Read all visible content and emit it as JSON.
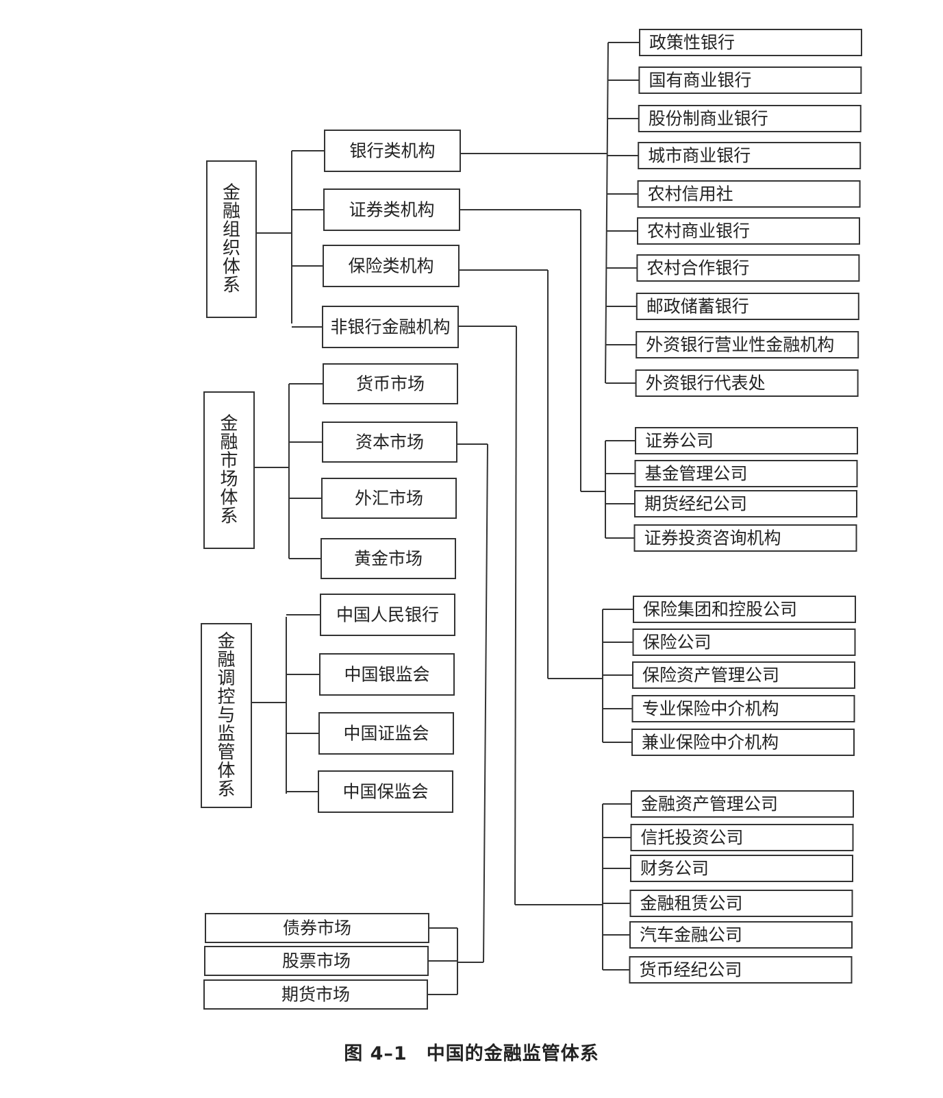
{
  "systems": {
    "organization": "金融组织体系",
    "market": "金融市场体系",
    "regulation": "金融调控与监管体系"
  },
  "organization_items": [
    "银行类机构",
    "证券类机构",
    "保险类机构",
    "非银行金融机构"
  ],
  "market_items": [
    "货币市场",
    "资本市场",
    "外汇市场",
    "黄金市场"
  ],
  "regulation_items": [
    "中国人民银行",
    "中国银监会",
    "中国证监会",
    "中国保监会"
  ],
  "bank_institutions": [
    "政策性银行",
    "国有商业银行",
    "股份制商业银行",
    "城市商业银行",
    "农村信用社",
    "农村商业银行",
    "农村合作银行",
    "邮政储蓄银行",
    "外资银行营业性金融机构",
    "外资银行代表处"
  ],
  "securities_institutions": [
    "证券公司",
    "基金管理公司",
    "期货经纪公司",
    "证券投资咨询机构"
  ],
  "insurance_institutions": [
    "保险集团和控股公司",
    "保险公司",
    "保险资产管理公司",
    "专业保险中介机构",
    "兼业保险中介机构"
  ],
  "nonbank_institutions": [
    "金融资产管理公司",
    "信托投资公司",
    "财务公司",
    "金融租赁公司",
    "汽车金融公司",
    "货币经纪公司"
  ],
  "capital_market_items": [
    "债券市场",
    "股票市场",
    "期货市场"
  ],
  "caption": "图 4–1　中国的金融监管体系"
}
